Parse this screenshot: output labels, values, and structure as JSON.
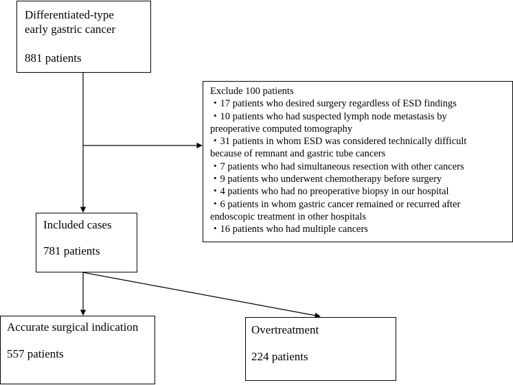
{
  "boxes": {
    "start": {
      "title_line1": "Differentiated-type",
      "title_line2": "early gastric cancer",
      "count": "881 patients"
    },
    "exclude": {
      "heading": "Exclude 100 patients",
      "items": [
        "・17 patients who desired surgery regardless of ESD findings",
        "・10 patients who had suspected lymph node metastasis by",
        "preoperative computed tomography",
        "・31 patients in whom ESD was considered technically  difficult",
        "because of remnant  and gastric tube cancers",
        "・7 patients who had simultaneous resection with other cancers",
        "・9 patients who underwent chemotherapy before surgery",
        "・4 patients who had no preoperative biopsy in  our hospital",
        "・6 patients in whom gastric cancer remained or recurred after",
        "endoscopic treatment in other hospitals",
        "・16 patients who had multiple  cancers"
      ]
    },
    "included": {
      "title": "Included cases",
      "count": "781 patients"
    },
    "accurate": {
      "title": "Accurate surgical indication",
      "count": "557 patients"
    },
    "overtreatment": {
      "title": "Overtreatment",
      "count": "224 patients"
    }
  }
}
